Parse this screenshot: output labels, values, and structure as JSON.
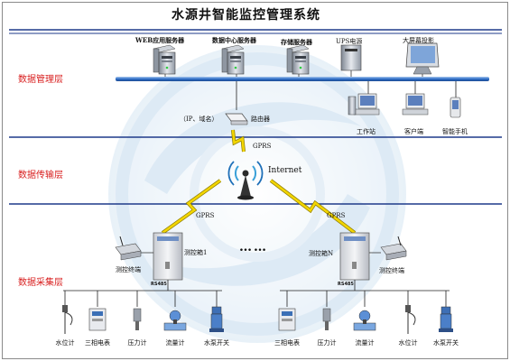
{
  "title": "水源井智能监控管理系统",
  "colors": {
    "layer_label": "#d81e1e",
    "band_line": "#1e3a8a",
    "bus": "#2f6fc8",
    "gprs": "#f2d500"
  },
  "layers": {
    "management": "数据管理层",
    "transmission": "数据传输层",
    "collection": "数据采集层"
  },
  "management": {
    "servers": [
      {
        "label": "WEB应用服务器",
        "icon": "server-tower-icon"
      },
      {
        "label": "数据中心服务器",
        "icon": "server-tower-icon"
      },
      {
        "label": "存储服务器",
        "icon": "server-tower-icon"
      }
    ],
    "ups_label": "UPS电源",
    "screen_label": "大屏幕投影",
    "clients": [
      {
        "label": "工作站",
        "icon": "desktop-pc-icon"
      },
      {
        "label": "客户端",
        "icon": "desktop-pc-icon"
      },
      {
        "label": "智能手机",
        "icon": "smartphone-icon"
      }
    ],
    "router_note": "（IP、域名）",
    "router_label": "路由器"
  },
  "transmission": {
    "gprs_top": "GPRS",
    "internet": "Internet",
    "gprs_left": "GPRS",
    "gprs_right": "GPRS"
  },
  "collection": {
    "terminal_left": "测控终端",
    "terminal_right": "测控终端",
    "box1": "测控箱1",
    "boxN": "测控箱N",
    "dots": "……",
    "bus_left": "RS485",
    "bus_right": "RS485",
    "devices_left": [
      "水位计",
      "三相电表",
      "压力计",
      "流量计",
      "水泵开关"
    ],
    "devices_right": [
      "三相电表",
      "压力计",
      "流量计",
      "水位计",
      "水泵开关"
    ]
  }
}
